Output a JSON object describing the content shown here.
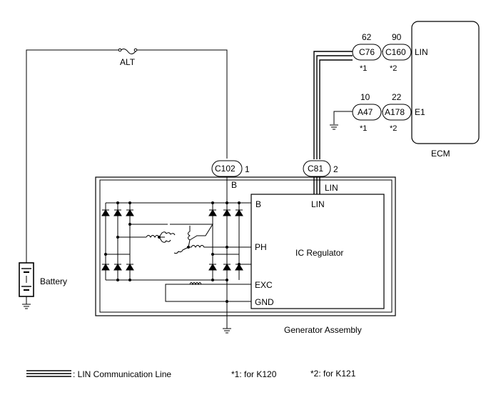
{
  "ecm": {
    "label": "ECM",
    "pins": {
      "lin": "LIN",
      "e1": "E1"
    }
  },
  "connectors": {
    "c76": {
      "name": "C76",
      "pin": "62",
      "note": "*1"
    },
    "c160": {
      "name": "C160",
      "pin": "90",
      "note": "*2"
    },
    "a47": {
      "name": "A47",
      "pin": "10",
      "note": "*1"
    },
    "a178": {
      "name": "A178",
      "pin": "22",
      "note": "*2"
    },
    "c102": {
      "name": "C102",
      "pin": "1"
    },
    "c81": {
      "name": "C81",
      "pin": "2"
    }
  },
  "fuse": {
    "label": "ALT"
  },
  "battery": {
    "label": "Battery"
  },
  "generator": {
    "label": "Generator Assembly",
    "terminal_b": "B",
    "terminal_lin": "LIN"
  },
  "regulator": {
    "label": "IC Regulator",
    "pins": {
      "b": "B",
      "lin": "LIN",
      "ph": "PH",
      "exc": "EXC",
      "gnd": "GND"
    }
  },
  "legend": {
    "lin_line": ": LIN Communication Line",
    "note1": "*1: for K120",
    "note2": "*2: for K121"
  }
}
